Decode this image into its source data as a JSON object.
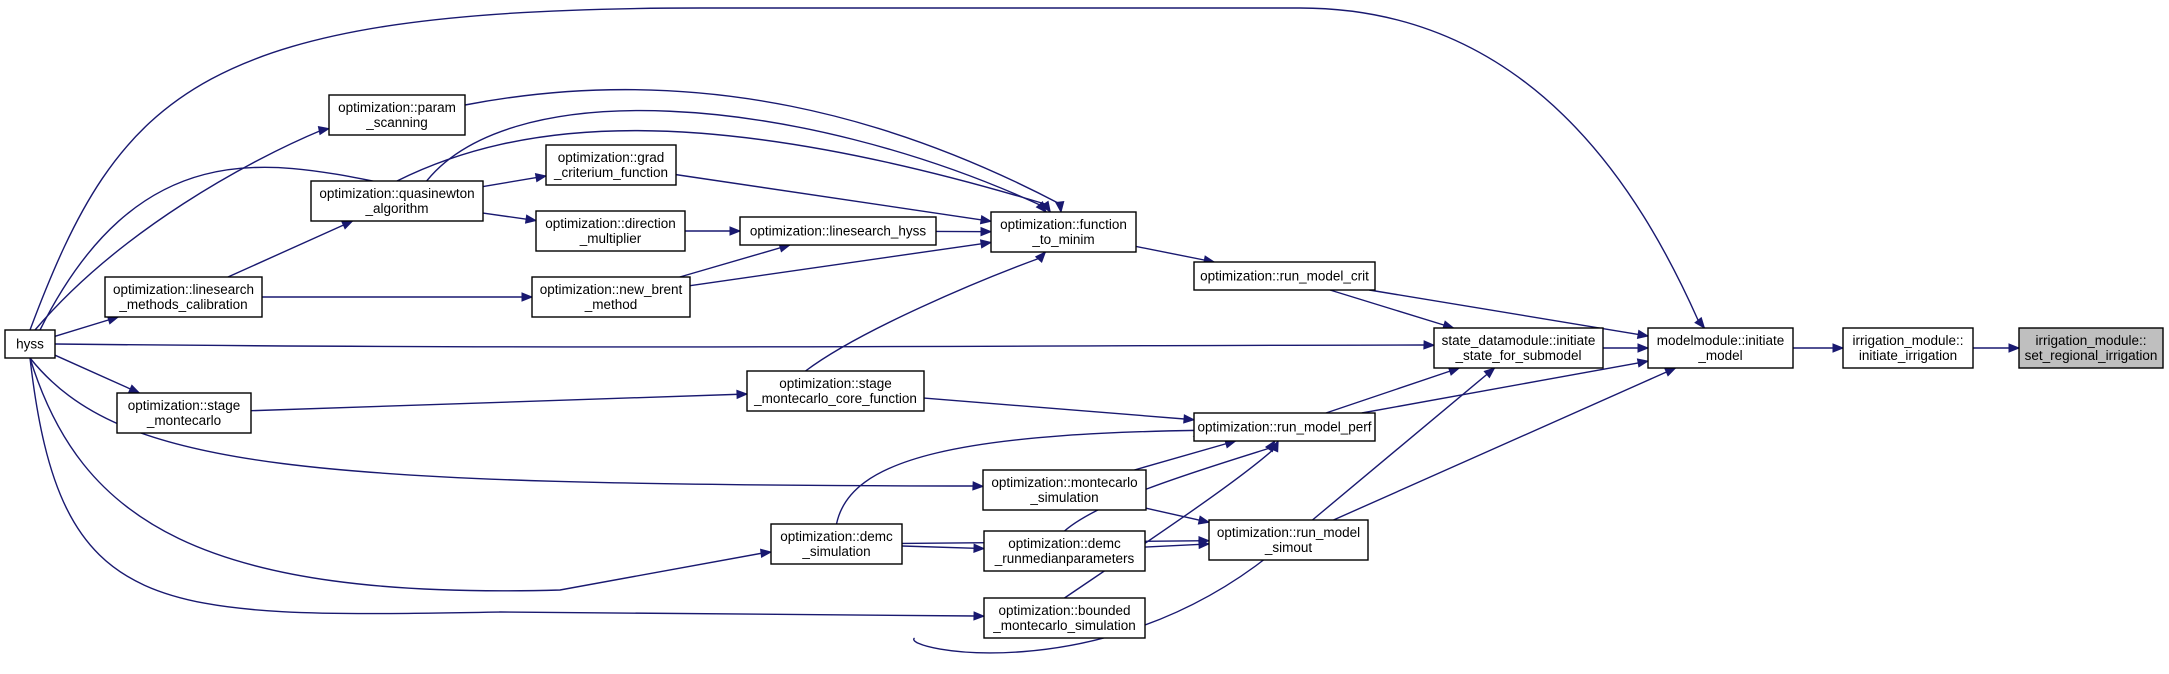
{
  "diagram": {
    "nodes": [
      {
        "id": "hyss",
        "lines": [
          "hyss"
        ]
      },
      {
        "id": "linesearch_cal",
        "lines": [
          "optimization::linesearch",
          "_methods_calibration"
        ]
      },
      {
        "id": "stage_mc",
        "lines": [
          "optimization::stage",
          "_montecarlo"
        ]
      },
      {
        "id": "param_scan",
        "lines": [
          "optimization::param",
          "_scanning"
        ]
      },
      {
        "id": "quasinewton",
        "lines": [
          "optimization::quasinewton",
          "_algorithm"
        ]
      },
      {
        "id": "grad_crit",
        "lines": [
          "optimization::grad",
          "_criterium_function"
        ]
      },
      {
        "id": "dir_mult",
        "lines": [
          "optimization::direction",
          "_multiplier"
        ]
      },
      {
        "id": "new_brent",
        "lines": [
          "optimization::new_brent",
          "_method"
        ]
      },
      {
        "id": "ls_hyss",
        "lines": [
          "optimization::linesearch_hyss"
        ]
      },
      {
        "id": "stage_mc_core",
        "lines": [
          "optimization::stage",
          "_montecarlo_core_function"
        ]
      },
      {
        "id": "demc_sim",
        "lines": [
          "optimization::demc",
          "_simulation"
        ]
      },
      {
        "id": "func_min",
        "lines": [
          "optimization::function",
          "_to_minim"
        ]
      },
      {
        "id": "mc_sim",
        "lines": [
          "optimization::montecarlo",
          "_simulation"
        ]
      },
      {
        "id": "demc_median",
        "lines": [
          "optimization::demc",
          "_runmedianparameters"
        ]
      },
      {
        "id": "bounded_mc",
        "lines": [
          "optimization::bounded",
          "_montecarlo_simulation"
        ]
      },
      {
        "id": "run_crit",
        "lines": [
          "optimization::run_model_crit"
        ]
      },
      {
        "id": "run_perf",
        "lines": [
          "optimization::run_model_perf"
        ]
      },
      {
        "id": "run_simout",
        "lines": [
          "optimization::run_model",
          "_simout"
        ]
      },
      {
        "id": "state_dm",
        "lines": [
          "state_datamodule::initiate",
          "_state_for_submodel"
        ]
      },
      {
        "id": "modelmodule",
        "lines": [
          "modelmodule::initiate",
          "_model"
        ]
      },
      {
        "id": "irr_init",
        "lines": [
          "irrigation_module::",
          "initiate_irrigation"
        ]
      },
      {
        "id": "irr_set",
        "lines": [
          "irrigation_module::",
          "set_regional_irrigation"
        ]
      }
    ],
    "edges": [
      [
        "irr_init",
        "irr_set"
      ],
      [
        "modelmodule",
        "irr_init"
      ],
      [
        "state_dm",
        "modelmodule"
      ],
      [
        "run_crit",
        "modelmodule"
      ],
      [
        "run_perf",
        "modelmodule"
      ],
      [
        "run_simout",
        "modelmodule"
      ],
      [
        "hyss",
        "modelmodule"
      ],
      [
        "run_crit",
        "state_dm"
      ],
      [
        "run_perf",
        "state_dm"
      ],
      [
        "run_simout",
        "state_dm"
      ],
      [
        "hyss",
        "state_dm"
      ],
      [
        "func_min",
        "run_crit"
      ],
      [
        "stage_mc_core",
        "run_perf"
      ],
      [
        "mc_sim",
        "run_perf"
      ],
      [
        "demc_sim",
        "run_perf"
      ],
      [
        "demc_median",
        "run_perf"
      ],
      [
        "bounded_mc",
        "run_perf"
      ],
      [
        "mc_sim",
        "run_simout"
      ],
      [
        "demc_median",
        "run_simout"
      ],
      [
        "bounded_mc",
        "run_simout"
      ],
      [
        "demc_sim",
        "run_simout"
      ],
      [
        "grad_crit",
        "func_min"
      ],
      [
        "ls_hyss",
        "func_min"
      ],
      [
        "new_brent",
        "func_min"
      ],
      [
        "quasinewton",
        "func_min"
      ],
      [
        "param_scan",
        "func_min"
      ],
      [
        "stage_mc_core",
        "func_min"
      ],
      [
        "dir_mult",
        "ls_hyss"
      ],
      [
        "new_brent",
        "ls_hyss"
      ],
      [
        "quasinewton",
        "grad_crit"
      ],
      [
        "quasinewton",
        "dir_mult"
      ],
      [
        "linesearch_cal",
        "quasinewton"
      ],
      [
        "linesearch_cal",
        "new_brent"
      ],
      [
        "hyss",
        "param_scan"
      ],
      [
        "hyss",
        "linesearch_cal"
      ],
      [
        "hyss",
        "stage_mc"
      ],
      [
        "stage_mc",
        "stage_mc_core"
      ],
      [
        "hyss",
        "mc_sim"
      ],
      [
        "hyss",
        "demc_sim"
      ],
      [
        "demc_sim",
        "demc_median"
      ],
      [
        "hyss",
        "bounded_mc"
      ],
      [
        "hyss",
        "func_min"
      ]
    ],
    "focus_node": "irr_set",
    "colors": {
      "edge": "#191970",
      "focus_fill": "#bfbfbf",
      "node_fill": "#ffffff",
      "border": "#000000"
    }
  }
}
